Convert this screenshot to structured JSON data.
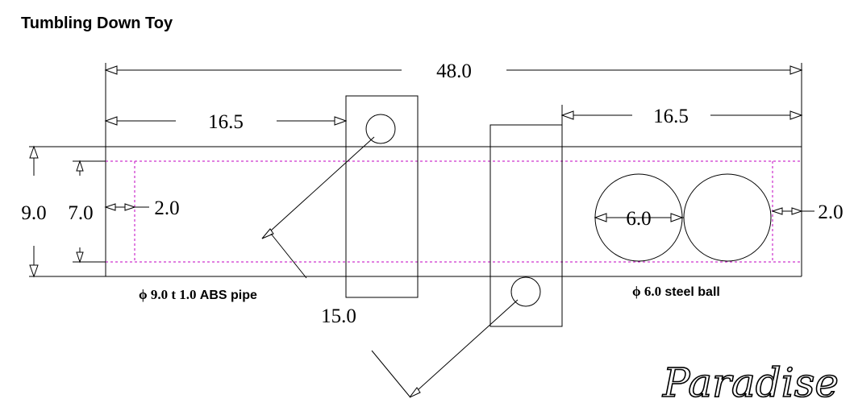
{
  "title": "Tumbling Down Toy",
  "dimensions": {
    "overall_length": "48.0",
    "left_offset": "16.5",
    "right_offset": "16.5",
    "outer_diameter": "9.0",
    "inner_diameter": "7.0",
    "left_wall": "2.0",
    "right_wall": "2.0",
    "ball_diameter": "6.0",
    "swing_length": "15.0"
  },
  "notes": {
    "pipe_phi": "ϕ",
    "pipe_spec": "9.0 t 1.0",
    "pipe_label": "ABS pipe",
    "ball_phi": "ϕ",
    "ball_spec": "6.0",
    "ball_label": "steel ball"
  },
  "logo": "Paradise",
  "colors": {
    "line": "#000000",
    "hidden_line": "#c000c0",
    "background": "#ffffff"
  }
}
